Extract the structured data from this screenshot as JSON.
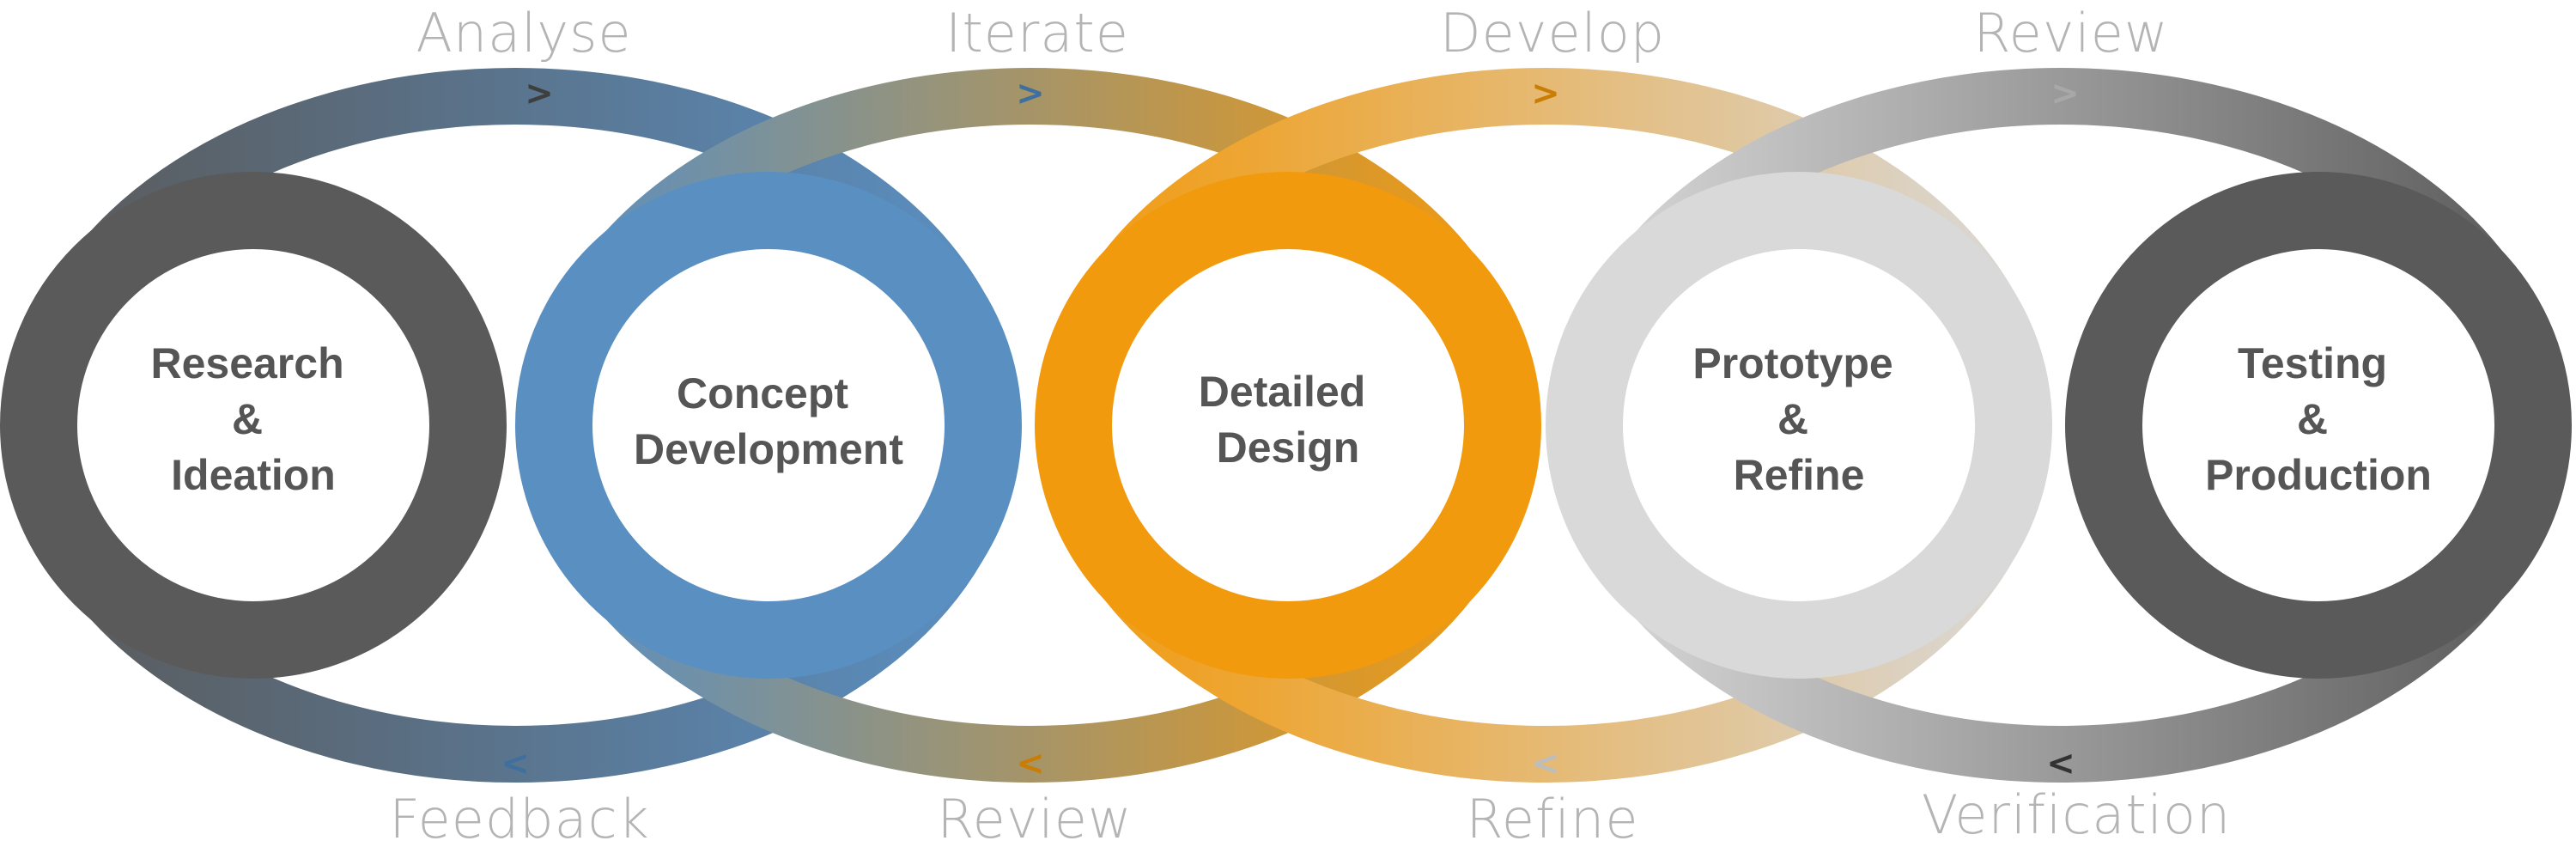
{
  "stages": [
    {
      "id": "research",
      "lines": [
        "Research",
        "&",
        "Ideation"
      ],
      "color": "#5a5a5a"
    },
    {
      "id": "concept",
      "lines": [
        "Concept",
        "Development"
      ],
      "color": "#5a8fc2"
    },
    {
      "id": "detailed",
      "lines": [
        "Detailed",
        "Design"
      ],
      "color": "#f29a0e"
    },
    {
      "id": "prototype",
      "lines": [
        "Prototype",
        "&",
        "Refine"
      ],
      "color": "#d9d9d9"
    },
    {
      "id": "testing",
      "lines": [
        "Testing",
        "&",
        "Production"
      ],
      "color": "#5a5a5a"
    }
  ],
  "top_labels": [
    "Analyse",
    "Iterate",
    "Develop",
    "Review"
  ],
  "bottom_labels": [
    "Feedback",
    "Review",
    "Refine",
    "Verification"
  ],
  "arrows": {
    "top": ">",
    "bottom": "<"
  },
  "colors": {
    "dark": "#5a5a5a",
    "blue": "#5a8fc2",
    "orange": "#f29a0e",
    "light": "#d9d9d9",
    "label": "#b4b4b4",
    "stage_text": "#555555"
  }
}
